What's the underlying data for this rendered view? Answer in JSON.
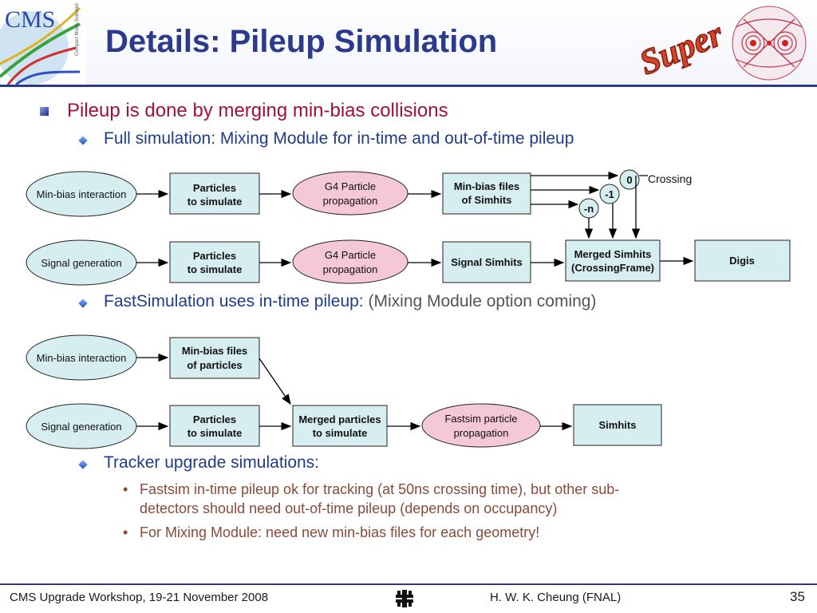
{
  "slide": {
    "title": "Details: Pileup Simulation",
    "logo_text": "CMS",
    "logo_subtext": "Compact Muon Solenoid",
    "super_text": "Super",
    "page_number": "35"
  },
  "bullets": {
    "b1": "Pileup is done by merging min-bias collisions",
    "b2": "Full simulation: Mixing Module for in-time and out-of-time pileup",
    "b3_main": "FastSimulation uses in-time pileup:",
    "b3_note": "(Mixing Module option coming)",
    "b4": "Tracker upgrade simulations:",
    "b4_sub1_line1": "Fastsim in-time pileup ok for tracking (at 50ns crossing time), but other sub-",
    "b4_sub1_line2": "detectors should need out-of-time pileup (depends on occupancy)",
    "b4_sub2": "For Mixing Module: need new min-bias files for each geometry!"
  },
  "diagram1": {
    "minbias": "Min-bias interaction",
    "particles1_l1": "Particles",
    "particles1_l2": "to simulate",
    "g4_1_l1": "G4 Particle",
    "g4_1_l2": "propagation",
    "minbias_files_l1": "Min-bias files",
    "minbias_files_l2": "of Simhits",
    "crossing_label": "Crossing",
    "crossing_0": "0",
    "crossing_m1": "-1",
    "crossing_mn": "-n",
    "signal": "Signal generation",
    "particles2_l1": "Particles",
    "particles2_l2": "to simulate",
    "g4_2_l1": "G4 Particle",
    "g4_2_l2": "propagation",
    "signal_simhits": "Signal Simhits",
    "merged_l1": "Merged Simhits",
    "merged_l2": "(CrossingFrame)",
    "digis": "Digis"
  },
  "diagram2": {
    "minbias": "Min-bias interaction",
    "minbias_files_l1": "Min-bias files",
    "minbias_files_l2": "of particles",
    "signal": "Signal generation",
    "particles_l1": "Particles",
    "particles_l2": "to simulate",
    "merged_l1": "Merged particles",
    "merged_l2": "to simulate",
    "fastsim_l1": "Fastsim particle",
    "fastsim_l2": "propagation",
    "simhits": "Simhits"
  },
  "footer": {
    "left": "CMS Upgrade Workshop, 19-21 November 2008",
    "center": "H. W. K. Cheung (FNAL)"
  },
  "colors": {
    "title_blue": "#2b3a8c",
    "level1_red": "#a0103a",
    "ellipse_fill": "#d6eeef",
    "box_fill": "#d6eeef",
    "pink_fill": "#f5c8d6"
  }
}
